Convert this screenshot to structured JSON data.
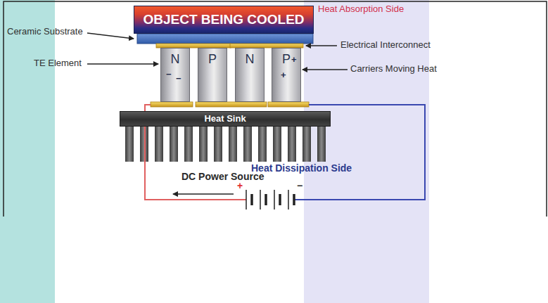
{
  "diagram": {
    "nodes": [
      {
        "text": [
          "OBJECT BEING COOLED"
        ]
      },
      {
        "text": [
          "N"
        ]
      },
      {
        "text": [
          "P"
        ]
      },
      {
        "text": [
          "N"
        ]
      },
      {
        "text": [
          "P"
        ]
      },
      {
        "text": [
          "Heat Sink"
        ]
      }
    ],
    "labels": [
      "Heat Absorption Side",
      "Ceramic Substrate",
      "Electrical Interconnect",
      "TE Element",
      "Carriers Moving Heat",
      "−",
      "−",
      "+",
      "+",
      "Heat Dissipation Side",
      "DC Power Source",
      "+",
      "−"
    ]
  }
}
